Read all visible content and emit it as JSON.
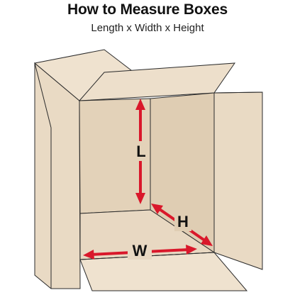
{
  "header": {
    "title": "How to Measure Boxes",
    "subtitle": "Length x Width x Height"
  },
  "labels": {
    "length": "L",
    "width": "W",
    "height": "H"
  },
  "colors": {
    "cardboard": "#e8d8c2",
    "cardboard_light": "#efe2cf",
    "cardboard_dark": "#dcc9ae",
    "edge": "#2b2b2b",
    "arrow": "#d9182b"
  }
}
